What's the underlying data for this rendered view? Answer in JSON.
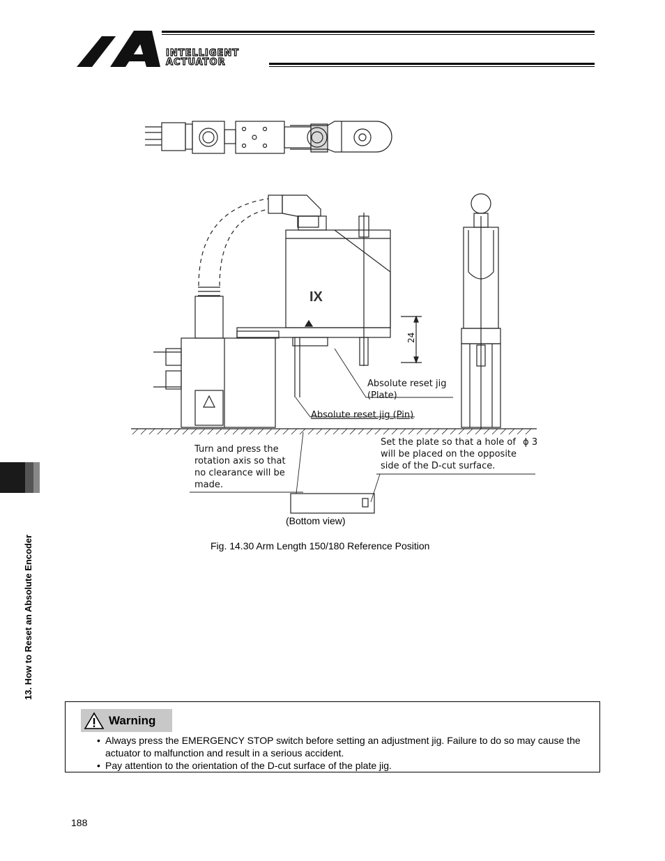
{
  "header": {
    "brand_line1": "INTELLIGENT",
    "brand_line2": "ACTUATOR",
    "logo_icon": "ia-logo-icon"
  },
  "side_tab": {
    "chapter_title": "13. How to Reset an Absolute Encoder"
  },
  "figure": {
    "dimension_label": "24",
    "robot_badge": "IX",
    "label_plate_jig": "Absolute reset jig\n(Plate)",
    "label_pin_jig": "Absolute reset jig (Pin)",
    "label_turn_press": "Turn and press the\nrotation axis so that\nno clearance will be\nmade.",
    "label_set_plate_line1": "Set the plate so that a hole of",
    "label_phi": "ϕ 3",
    "label_set_plate_rest": "will be placed on the opposite\nside of the D-cut surface.",
    "bottom_view": "(Bottom view)",
    "caption": "Fig. 14.30 Arm Length 150/180 Reference Position"
  },
  "warning": {
    "icon": "warning-triangle-icon",
    "title": "Warning",
    "items": [
      "Always press the EMERGENCY STOP switch before setting an adjustment jig. Failure to do so may cause the actuator to malfunction and result in a serious accident.",
      "Pay attention to the orientation of the D-cut surface of the plate jig."
    ]
  },
  "footer": {
    "page_number": "188"
  }
}
